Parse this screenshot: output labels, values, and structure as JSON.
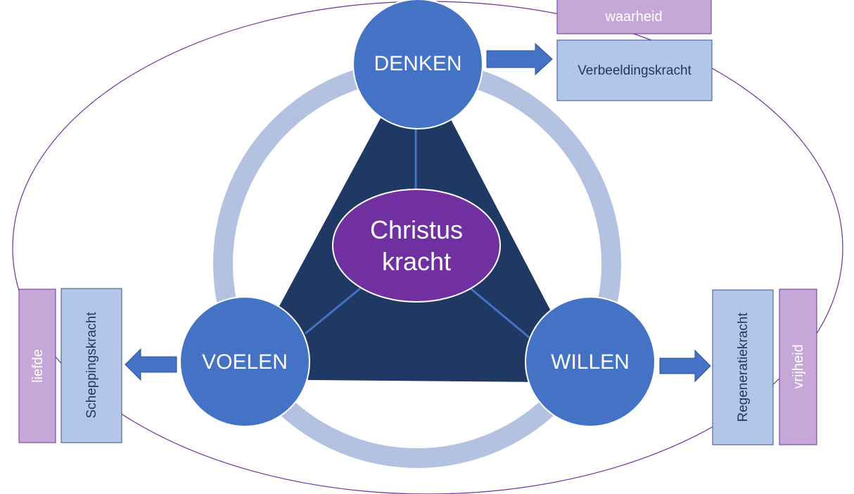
{
  "nodes": {
    "denken": "DENKEN",
    "voelen": "VOELEN",
    "willen": "WILLEN",
    "center_line1": "Christus",
    "center_line2": "kracht"
  },
  "boxes": {
    "waarheid": "waarheid",
    "verbeeldingskracht": "Verbeeldingskracht",
    "liefde": "liefde",
    "scheppingskracht": "Scheppingskracht",
    "regeneratiekracht": "Regeneratiekracht",
    "vrijheid": "vrijheid"
  },
  "colors": {
    "node_blue": "#4472c4",
    "ring": "#b4c2e2",
    "triangle": "#1f3864",
    "center_purple": "#7030a0",
    "lilac_box": "#c5a8d8",
    "lightblue_box": "#b4c6e7",
    "outer_ellipse": "#7030a0"
  }
}
